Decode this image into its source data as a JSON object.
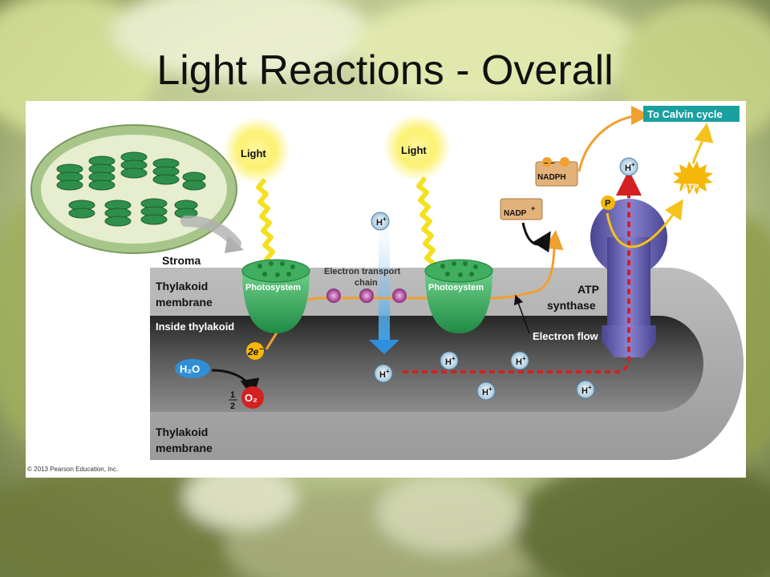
{
  "slide": {
    "title": "Light Reactions - Overall"
  },
  "diagram": {
    "stroma": "Stroma",
    "thylakoid_membrane_top": [
      "Thylakoid",
      "membrane"
    ],
    "inside_thylakoid": "Inside thylakoid",
    "thylakoid_membrane_bottom": [
      "Thylakoid",
      "membrane"
    ],
    "light_1": "Light",
    "light_2": "Light",
    "photosystem_1": "Photosystem",
    "photosystem_2": "Photosystem",
    "electron_transport_chain": [
      "Electron transport",
      "chain"
    ],
    "atp_synthase": [
      "ATP",
      "synthase"
    ],
    "electron_flow": "Electron flow",
    "to_calvin_cycle": "To Calvin cycle",
    "nadph": "NADPH",
    "nadph_charges": "– –",
    "nadp_plus": "NADP",
    "plus_sign": "+",
    "atp": "ATP",
    "phosphate": "P",
    "water": "H₂O",
    "oxygen": "O₂",
    "half": "1",
    "half_den": "2",
    "two_electrons": "2e",
    "electron_minus": "–",
    "proton": "H",
    "copyright": "© 2013 Pearson Education, Inc."
  },
  "colors": {
    "electron_path": "#f0a030",
    "proton_path": "#d42020",
    "photosystem": "#3fae5e",
    "light": "#f5e020",
    "calvin_badge": "#1aa0a0",
    "membrane_dark": "#3a3a3a",
    "membrane_light": "#a8a8a8",
    "atp_synthase": "#6a62b0"
  },
  "icons": [
    "chloroplast-icon",
    "light-bolt-icon",
    "atp-star-icon",
    "proton-bubble-icon"
  ]
}
